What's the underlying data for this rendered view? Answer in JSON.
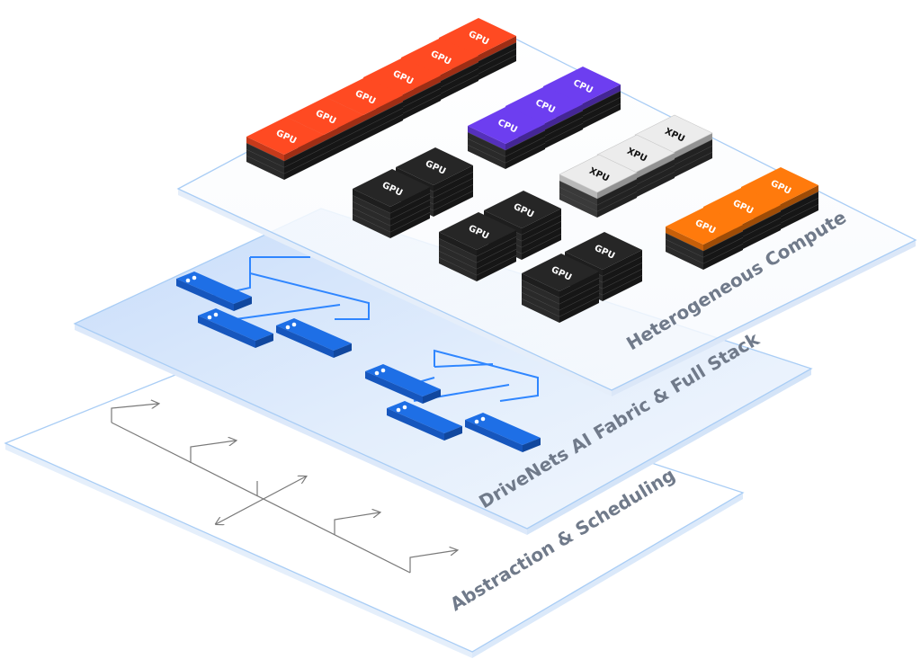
{
  "layers": [
    {
      "id": "abstraction",
      "label": "Abstraction & Scheduling"
    },
    {
      "id": "fabric",
      "label": "DriveNets AI Fabric & Full Stack"
    },
    {
      "id": "compute",
      "label": "Heterogeneous Compute"
    }
  ],
  "units": {
    "gpu": "GPU",
    "cpu": "CPU",
    "xpu": "XPU"
  },
  "colors": {
    "gpu_red": "#ff4a22",
    "gpu_orange": "#ff7a0c",
    "gpu_black": "#262626",
    "cpu_purple": "#6d3ef0",
    "xpu_white": "#ececec",
    "switch_blue": "#2178f5",
    "layer_border": "#a9cdf5",
    "label_gray": "#707a8a"
  }
}
